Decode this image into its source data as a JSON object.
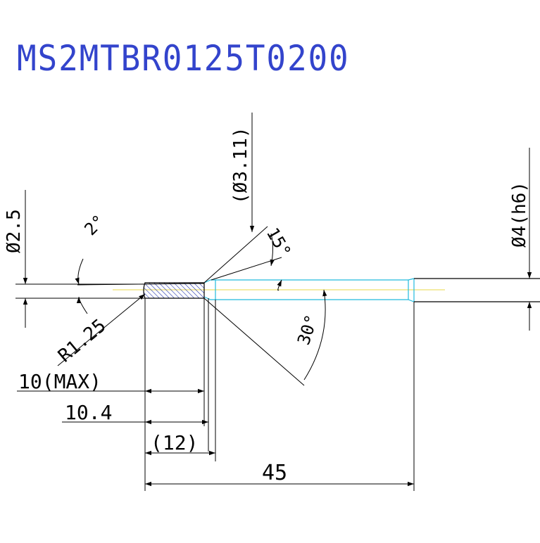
{
  "drawing": {
    "part_number": "MS2MTBR0125T0200",
    "colors": {
      "title": "#3344cc",
      "lines": "#000000",
      "shank": "#22bbdd",
      "centerline": "#e8d84a",
      "background": "#ffffff"
    },
    "dimensions": {
      "tip_diameter": "Ø2.5",
      "tip_angle": "2°",
      "radius": "R1.25",
      "neck_diameter": "(Ø3.11)",
      "taper_angle": "15°",
      "shank_diameter": "Ø4(h6)",
      "chamfer_angle": "30°",
      "length_effective": "10(MAX)",
      "length_under_neck": "10.4",
      "length_neck": "(12)",
      "overall_length": "45"
    }
  }
}
